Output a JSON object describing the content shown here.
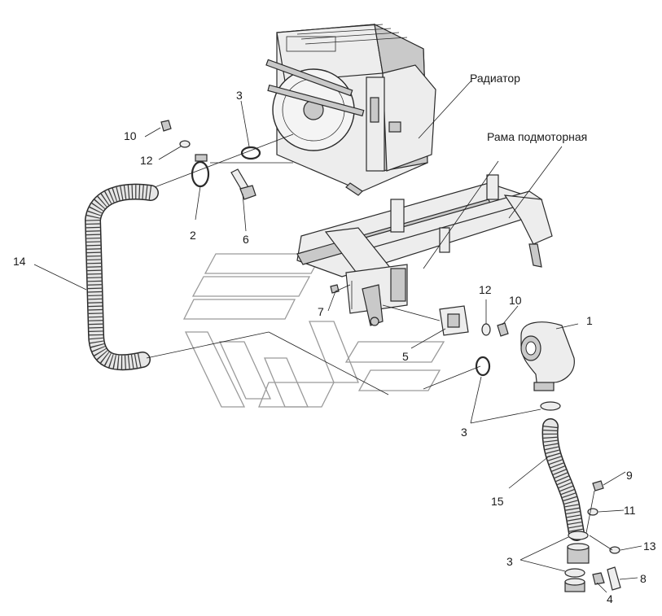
{
  "labels": {
    "radiator": "Радиатор",
    "subframe": "Рама подмоторная",
    "n1": "1",
    "n2": "2",
    "n3a": "3",
    "n3b": "3",
    "n3c": "3",
    "n4": "4",
    "n5": "5",
    "n6": "6",
    "n7": "7",
    "n8": "8",
    "n9": "9",
    "n10a": "10",
    "n10b": "10",
    "n11": "11",
    "n12a": "12",
    "n12b": "12",
    "n13": "13",
    "n14": "14",
    "n15": "15"
  }
}
